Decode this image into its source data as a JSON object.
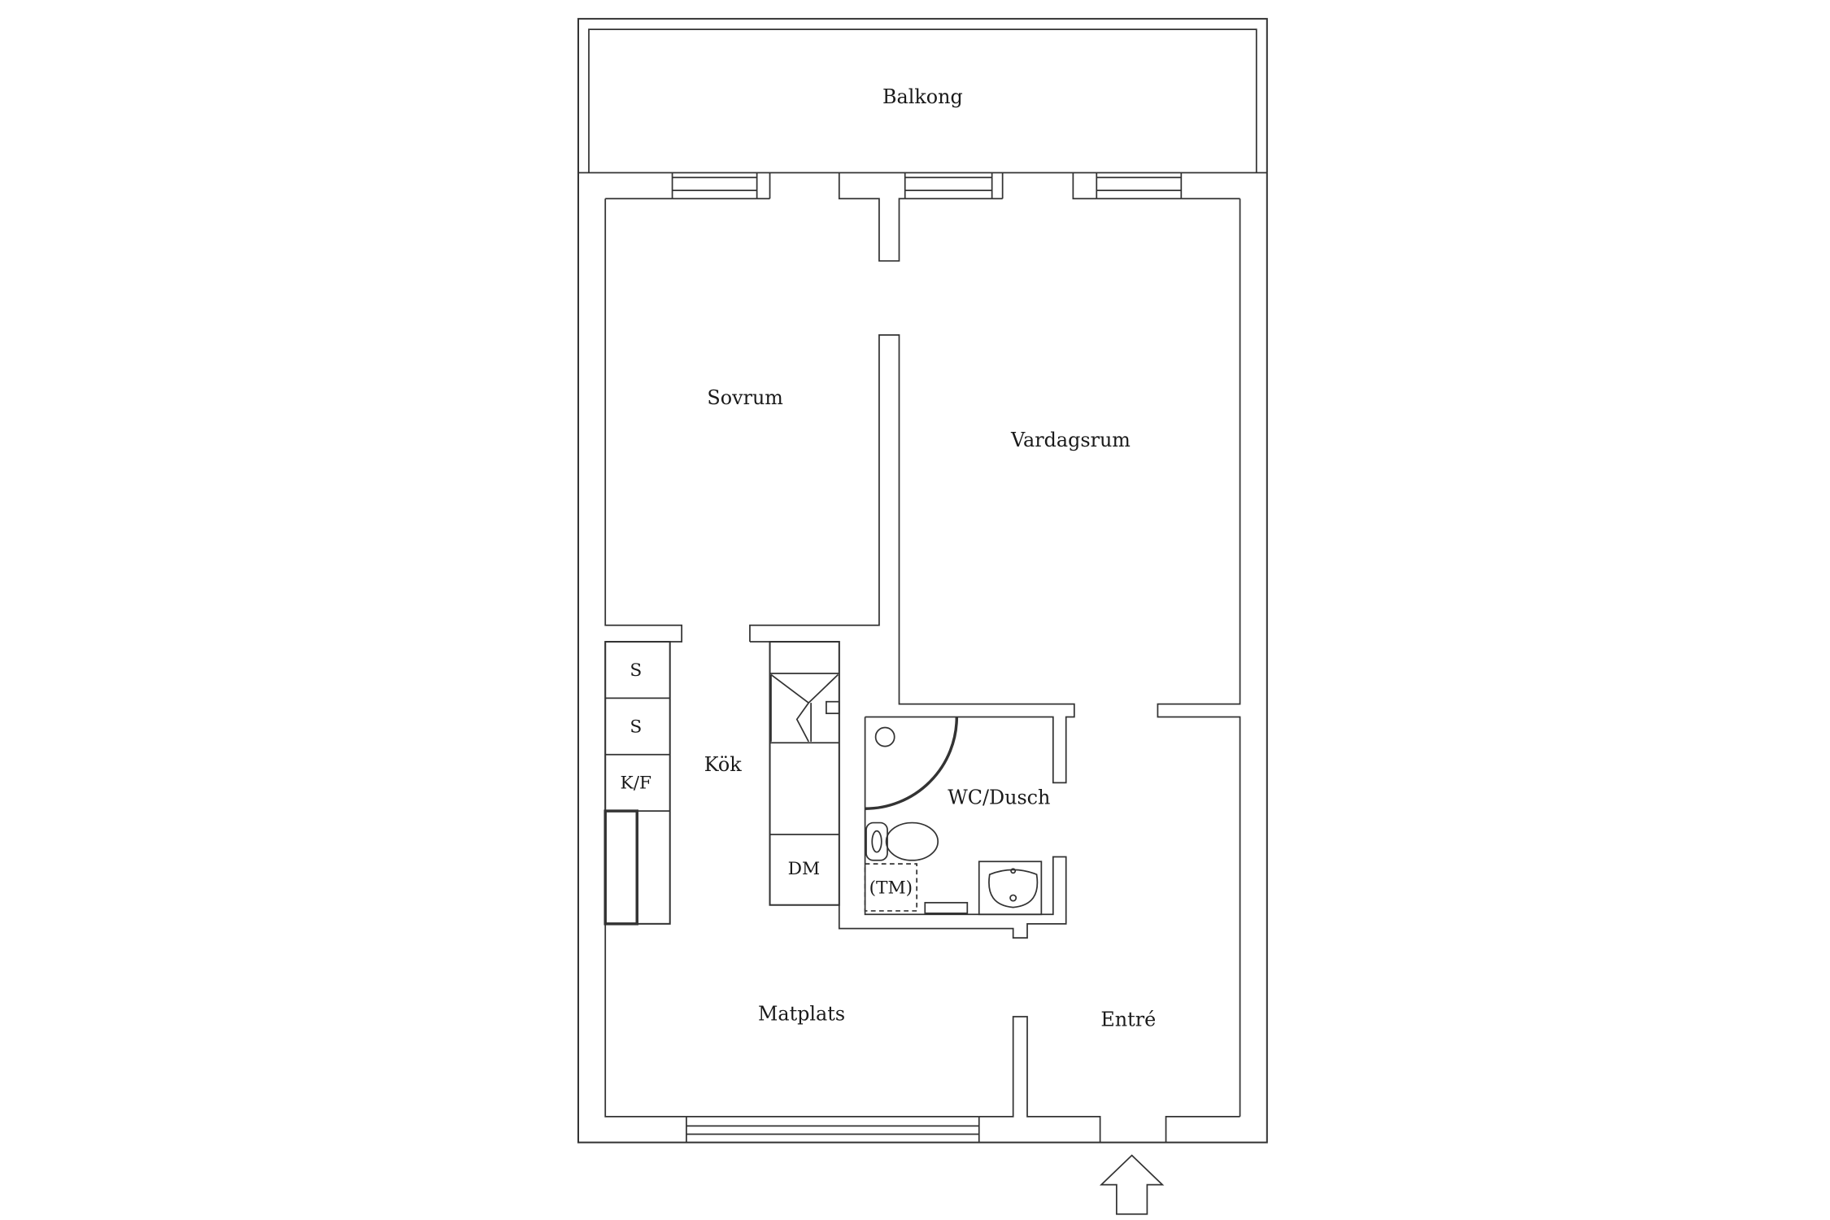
{
  "floorplan": {
    "rooms": {
      "balkong": "Balkong",
      "sovrum": "Sovrum",
      "vardagsrum": "Vardagsrum",
      "kok": "Kök",
      "wc_dusch": "WC/Dusch",
      "matplats": "Matplats",
      "entre": "Entré"
    },
    "fixtures": {
      "storage_1": "S",
      "storage_2": "S",
      "fridge_freezer": "K/F",
      "dishwasher": "DM",
      "washing_machine": "(TM)"
    }
  },
  "colors": {
    "line": "#333333",
    "background": "#ffffff"
  }
}
